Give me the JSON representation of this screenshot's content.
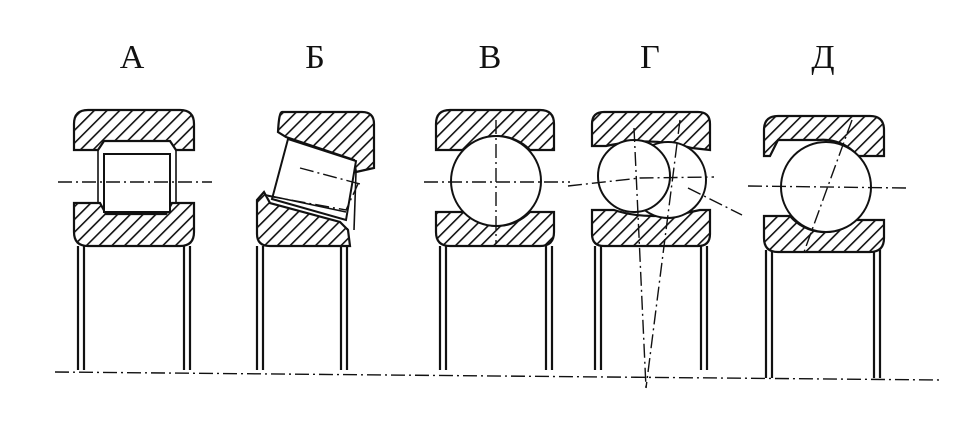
{
  "labels": [
    "А",
    "Б",
    "В",
    "Г",
    "Д"
  ]
}
